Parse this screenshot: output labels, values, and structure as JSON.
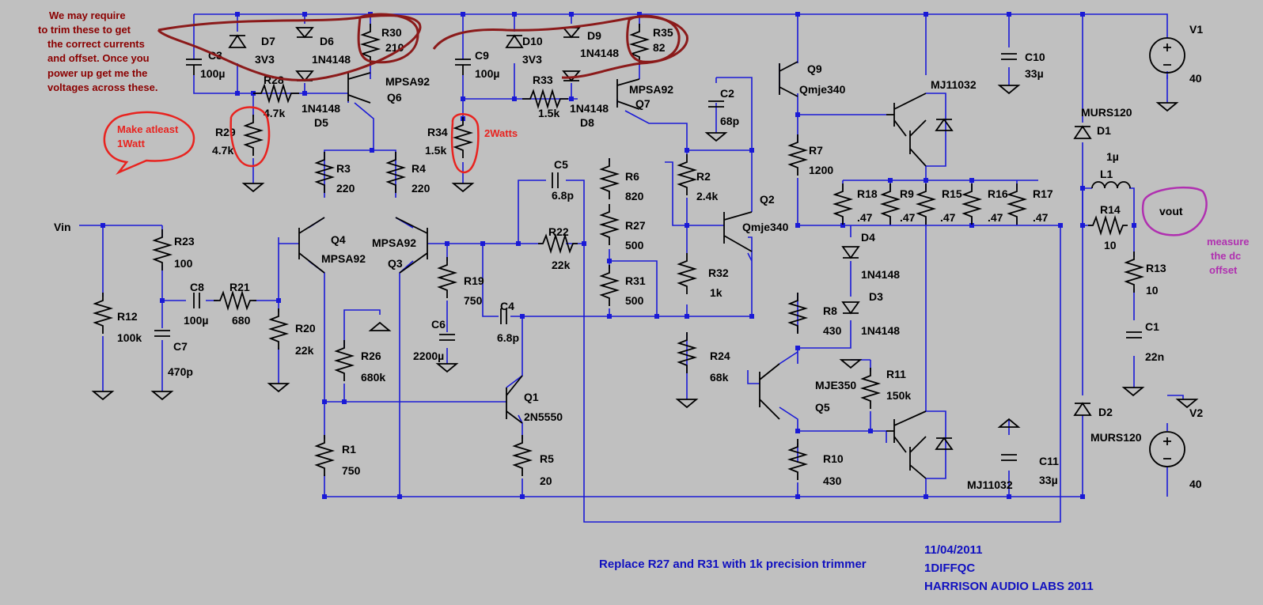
{
  "components": {
    "D7": {
      "ref": "D7",
      "value": "3V3"
    },
    "D6": {
      "ref": "D6",
      "value": "1N4148"
    },
    "R30": {
      "ref": "R30",
      "value": "210"
    },
    "C3": {
      "ref": "C3",
      "value": "100µ"
    },
    "R28": {
      "ref": "R28",
      "value": "4.7k"
    },
    "D5": {
      "ref": "D5",
      "value": "1N4148"
    },
    "Q6": {
      "ref": "Q6",
      "value": "MPSA92"
    },
    "R29": {
      "ref": "R29",
      "value": "4.7k"
    },
    "D10": {
      "ref": "D10",
      "value": "3V3"
    },
    "D9": {
      "ref": "D9",
      "value": "1N4148"
    },
    "R35": {
      "ref": "R35",
      "value": "82"
    },
    "C9": {
      "ref": "C9",
      "value": "100µ"
    },
    "R33": {
      "ref": "R33",
      "value": "1.5k"
    },
    "D8": {
      "ref": "D8",
      "value": "1N4148"
    },
    "Q7": {
      "ref": "Q7",
      "value": "MPSA92"
    },
    "R34": {
      "ref": "R34",
      "value": "1.5k"
    },
    "Q9": {
      "ref": "Q9",
      "value": "Qmje340"
    },
    "C10": {
      "ref": "C10",
      "value": "33µ"
    },
    "V1": {
      "ref": "V1",
      "value": "40"
    },
    "C2": {
      "ref": "C2",
      "value": "68p"
    },
    "Q_top": {
      "value": "MJ11032"
    },
    "D1": {
      "ref": "D1",
      "value": "MURS120"
    },
    "R7": {
      "ref": "R7",
      "value": "1200"
    },
    "L1": {
      "ref": "L1",
      "value": "1µ"
    },
    "R3": {
      "ref": "R3",
      "value": "220"
    },
    "R4": {
      "ref": "R4",
      "value": "220"
    },
    "C5": {
      "ref": "C5",
      "value": "6.8p"
    },
    "R6": {
      "ref": "R6",
      "value": "820"
    },
    "R2": {
      "ref": "R2",
      "value": "2.4k"
    },
    "Q2": {
      "ref": "Q2",
      "value": "Qmje340"
    },
    "R18": {
      "ref": "R18",
      "value": ".47"
    },
    "R9": {
      "ref": "R9",
      "value": ".47"
    },
    "R15": {
      "ref": "R15",
      "value": ".47"
    },
    "R16": {
      "ref": "R16",
      "value": ".47"
    },
    "R17": {
      "ref": "R17",
      "value": ".47"
    },
    "R14": {
      "ref": "R14",
      "value": "10"
    },
    "R22": {
      "ref": "R22",
      "value": "22k"
    },
    "R27": {
      "ref": "R27",
      "value": "500"
    },
    "D4": {
      "ref": "D4",
      "value": "1N4148"
    },
    "R13": {
      "ref": "R13",
      "value": "10"
    },
    "R23": {
      "ref": "R23",
      "value": "100"
    },
    "Q4": {
      "ref": "Q4",
      "value": "MPSA92"
    },
    "Q3": {
      "ref": "Q3",
      "value": "MPSA92"
    },
    "R19": {
      "ref": "R19",
      "value": "750"
    },
    "R31": {
      "ref": "R31",
      "value": "500"
    },
    "R32": {
      "ref": "R32",
      "value": "1k"
    },
    "D3": {
      "ref": "D3",
      "value": "1N4148"
    },
    "R12": {
      "ref": "R12",
      "value": "100k"
    },
    "C8": {
      "ref": "C8",
      "value": "100µ"
    },
    "R21": {
      "ref": "R21",
      "value": "680"
    },
    "C7": {
      "ref": "C7",
      "value": "470p"
    },
    "R20": {
      "ref": "R20",
      "value": "22k"
    },
    "C4": {
      "ref": "C4",
      "value": "6.8p"
    },
    "C6": {
      "ref": "C6",
      "value": "2200µ"
    },
    "R26": {
      "ref": "R26",
      "value": "680k"
    },
    "R8": {
      "ref": "R8",
      "value": "430"
    },
    "C1": {
      "ref": "C1",
      "value": "22n"
    },
    "R24": {
      "ref": "R24",
      "value": "68k"
    },
    "Q5": {
      "ref": "Q5",
      "value": "MJE350"
    },
    "R11": {
      "ref": "R11",
      "value": "150k"
    },
    "Q1": {
      "ref": "Q1",
      "value": "2N5550"
    },
    "R1": {
      "ref": "R1",
      "value": "750"
    },
    "R5": {
      "ref": "R5",
      "value": "20"
    },
    "R10": {
      "ref": "R10",
      "value": "430"
    },
    "Q_bot": {
      "value": "MJ11032"
    },
    "C11": {
      "ref": "C11",
      "value": "33µ"
    },
    "D2": {
      "ref": "D2",
      "value": "MURS120"
    },
    "V2": {
      "ref": "V2",
      "value": "40"
    }
  },
  "nets": {
    "vin": "Vin",
    "vout": "vout"
  },
  "notes": {
    "trim": [
      "We may require",
      "to trim these to get",
      "the correct currents",
      "and offset. Once you",
      "power up get me the",
      "voltages across these."
    ],
    "watt1": [
      "Make atleast",
      "1Watt"
    ],
    "watt2": "2Watts",
    "dc": [
      "measure",
      "the dc",
      "offset"
    ]
  },
  "footer": {
    "replace": "Replace R27 and R31 with 1k precision trimmer",
    "date": "11/04/2011",
    "code": "1DIFFQC",
    "lab": "HARRISON AUDIO LABS 2011"
  }
}
